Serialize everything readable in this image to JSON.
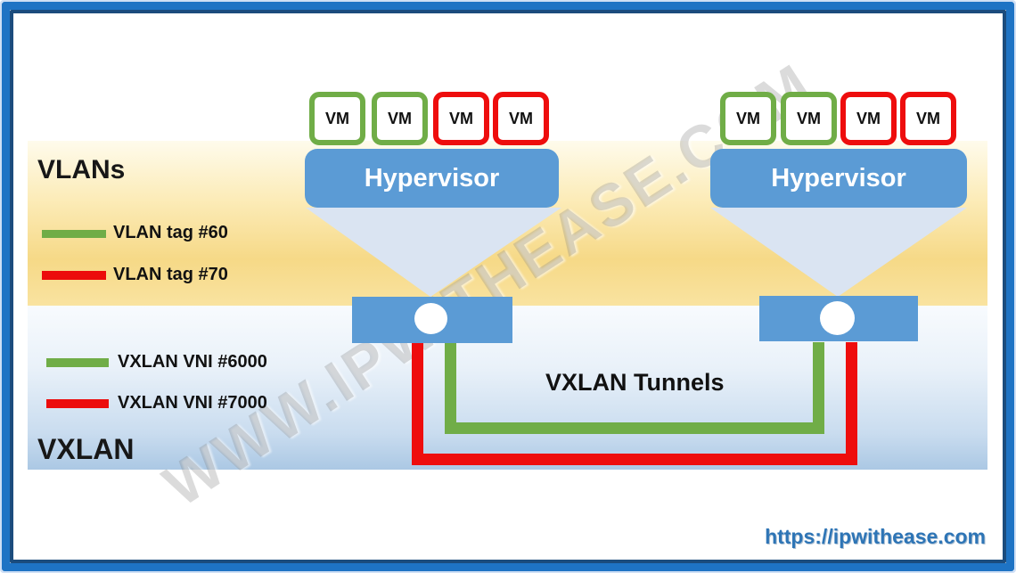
{
  "watermark": "WWW.IPWITHEASE.COM",
  "footer": {
    "url": "https://ipwithease.com"
  },
  "vlan_section": {
    "title": "VLANs",
    "legend": [
      {
        "label": "VLAN tag #60",
        "color": "#70ad47"
      },
      {
        "label": "VLAN tag #70",
        "color": "#ec0c0c"
      }
    ]
  },
  "vxlan_section": {
    "title": "VXLAN",
    "tunnels_label": "VXLAN Tunnels",
    "legend": [
      {
        "label": "VXLAN VNI #6000",
        "color": "#70ad47"
      },
      {
        "label": "VXLAN VNI #7000",
        "color": "#ec0c0c"
      }
    ]
  },
  "hosts": [
    {
      "name": "Hypervisor",
      "vms": [
        {
          "label": "VM",
          "vlan": "VLAN tag #60"
        },
        {
          "label": "VM",
          "vlan": "VLAN tag #60"
        },
        {
          "label": "VM",
          "vlan": "VLAN tag #70"
        },
        {
          "label": "VM",
          "vlan": "VLAN tag #70"
        }
      ]
    },
    {
      "name": "Hypervisor",
      "vms": [
        {
          "label": "VM",
          "vlan": "VLAN tag #60"
        },
        {
          "label": "VM",
          "vlan": "VLAN tag #60"
        },
        {
          "label": "VM",
          "vlan": "VLAN tag #70"
        },
        {
          "label": "VM",
          "vlan": "VLAN tag #70"
        }
      ]
    }
  ],
  "colors": {
    "hypervisor_blue": "#5b9bd5",
    "funnel_blue": "#dae4f2",
    "tunnel_green": "#70ad47",
    "tunnel_red": "#ee0d0d",
    "frame_mid_blue": "#1e73c4",
    "frame_dark_blue": "#1b4c7d",
    "url_blue": "#2e75b6"
  }
}
